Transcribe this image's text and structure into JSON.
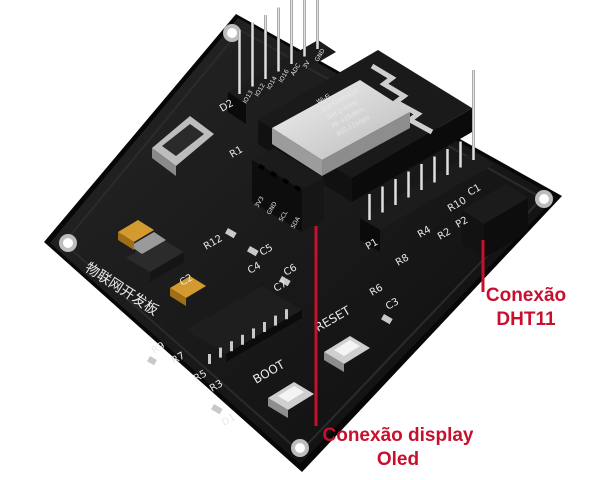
{
  "callouts": {
    "dht11": {
      "line1": "Conexão",
      "line2": "DHT11"
    },
    "oled": {
      "line1": "Conexão display",
      "line2": "Oled"
    }
  },
  "board": {
    "silkscreen_title": "物联网开发板",
    "button_reset": "RESET",
    "button_boot": "BOOT",
    "header_top_labels": [
      "GND",
      "3V",
      "ADC",
      "IO16",
      "IO14",
      "IO12",
      "IO13"
    ],
    "header_oled_labels": [
      "3V3",
      "GND",
      "SCL",
      "SDA"
    ],
    "component_labels": [
      "R1",
      "R2",
      "R3",
      "R4",
      "R5",
      "R6",
      "R7",
      "R8",
      "R9",
      "R12",
      "R10",
      "C1",
      "C2",
      "C3",
      "C4",
      "C5",
      "C6",
      "C7",
      "D1",
      "D2",
      "P1",
      "P2"
    ],
    "module_text": [
      "Wi-Fi",
      "ESP8266MOD",
      "ISM 2.4GHz",
      "PA +25dBm",
      "802.11b/g/n"
    ]
  },
  "colors": {
    "callout": "#c8102e",
    "pcb": "#151515",
    "shield": "#d9d9d9"
  }
}
